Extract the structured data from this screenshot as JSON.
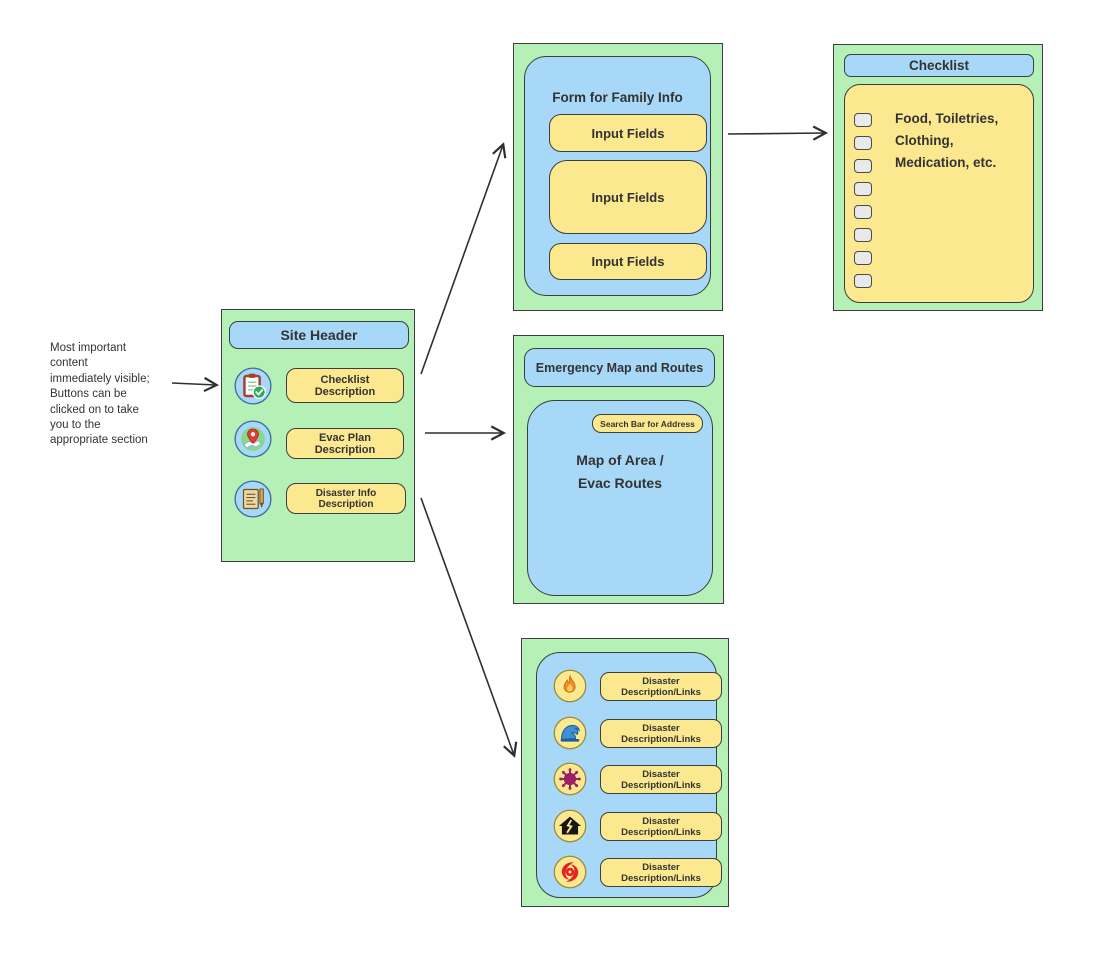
{
  "colors": {
    "panel_green": "#b5f0b6",
    "box_blue": "#a8d8f8",
    "box_yellow": "#fbe88f",
    "border_dark": "#3d3d3d",
    "checkbox_gray": "#e9e9e9",
    "arrow": "#2f2f2f"
  },
  "annotation": {
    "lines": [
      "Most important",
      "content",
      "immediately visible;",
      "Buttons can be",
      "clicked on to take",
      "you to the",
      "appropriate section"
    ]
  },
  "site_header": {
    "title": "Site Header",
    "buttons": [
      {
        "icon": "checklist-icon",
        "label": "Checklist Description"
      },
      {
        "icon": "evac-map-icon",
        "label": "Evac Plan Description"
      },
      {
        "icon": "disaster-notes-icon",
        "label": "Disaster Info Description"
      }
    ]
  },
  "form": {
    "title": "Form for Family Info",
    "fields": [
      {
        "label": "Input Fields",
        "size": "small"
      },
      {
        "label": "Input Fields",
        "size": "large"
      },
      {
        "label": "Input Fields",
        "size": "small"
      }
    ]
  },
  "checklist": {
    "title": "Checklist",
    "checkbox_count": 8,
    "item_lines": [
      "Food, Toiletries,",
      "Clothing,",
      "Medication, etc."
    ]
  },
  "map": {
    "title": "Emergency Map and Routes",
    "search_label": "Search Bar for Address",
    "map_label_lines": [
      "Map of Area /",
      "Evac Routes"
    ]
  },
  "disasters": {
    "rows": [
      {
        "icon": "fire-icon",
        "label": "Disaster Description/Links"
      },
      {
        "icon": "flood-icon",
        "label": "Disaster Description/Links"
      },
      {
        "icon": "virus-icon",
        "label": "Disaster Description/Links"
      },
      {
        "icon": "earthquake-icon",
        "label": "Disaster Description/Links"
      },
      {
        "icon": "hurricane-icon",
        "label": "Disaster Description/Links"
      }
    ]
  },
  "connections": [
    {
      "from": "annotation-note",
      "to": "site-header-panel"
    },
    {
      "from": "site-header-panel",
      "to": "form-panel"
    },
    {
      "from": "site-header-panel",
      "to": "map-panel"
    },
    {
      "from": "site-header-panel",
      "to": "disaster-panel"
    },
    {
      "from": "form-panel",
      "to": "checklist-panel"
    }
  ]
}
